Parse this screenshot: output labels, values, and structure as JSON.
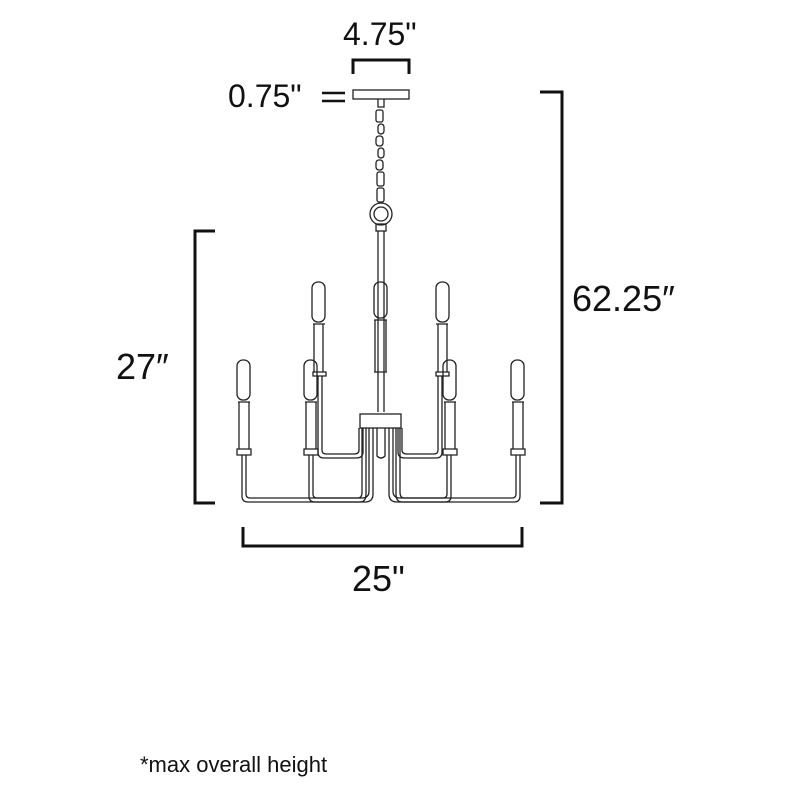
{
  "diagram": {
    "subject": "chandelier line drawing",
    "dimensions": {
      "canopy_width": "4.75\"",
      "canopy_height": "0.75\"",
      "overall_height": "62.25″",
      "fixture_height": "27″",
      "fixture_width": "25\""
    },
    "footnote": "*max overall height",
    "colors": {
      "line": "#111111",
      "background": "#ffffff"
    }
  }
}
